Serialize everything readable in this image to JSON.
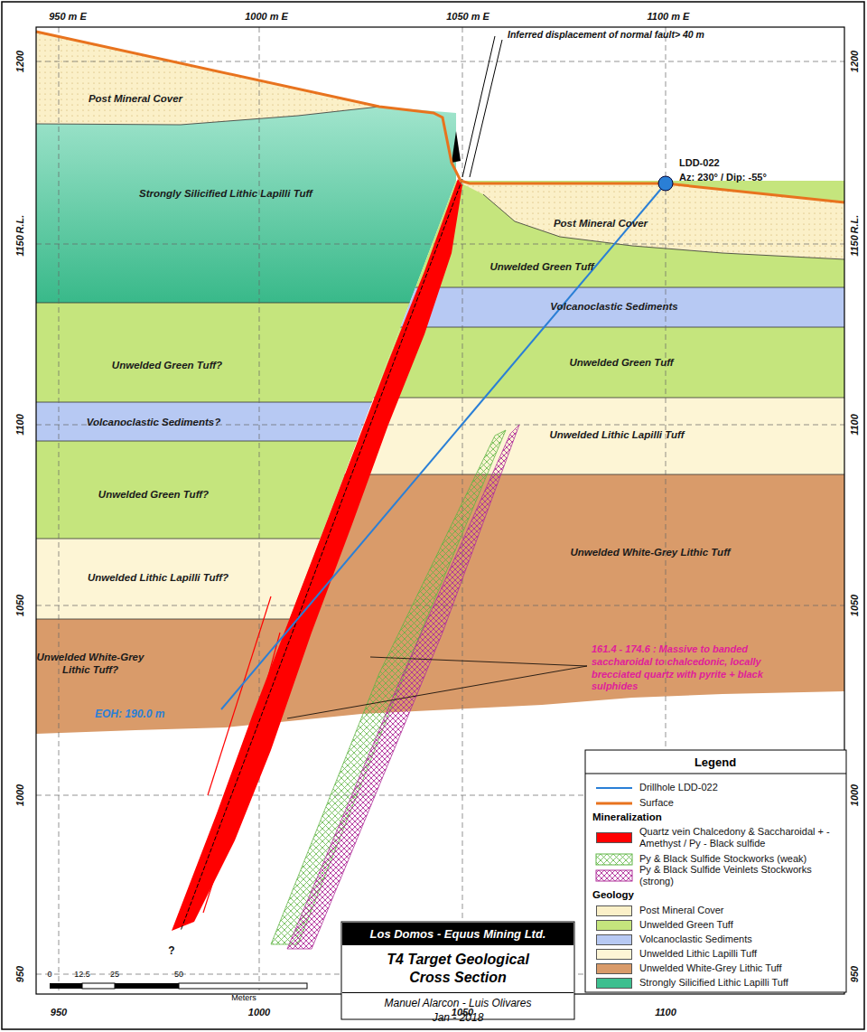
{
  "diagram": {
    "nodes": [
      {
        "text": [
          "Post Mineral Cover"
        ]
      },
      {
        "text": [
          "Strongly Silicified Lithic Lapilli Tuff"
        ]
      },
      {
        "text": [
          "Unwelded Green Tuff?"
        ]
      },
      {
        "text": [
          "Volcanoclastic Sediments?"
        ]
      },
      {
        "text": [
          "Unwelded Green Tuff?"
        ]
      },
      {
        "text": [
          "Unwelded Lithic Lapilli Tuff?"
        ]
      },
      {
        "text": [
          "Unwelded White-Grey Lithic Tuff?"
        ]
      },
      {
        "text": [
          "Post Mineral Cover"
        ]
      },
      {
        "text": [
          "Unwelded Green Tuff"
        ]
      },
      {
        "text": [
          "Volcanoclastic Sediments"
        ]
      },
      {
        "text": [
          "Unwelded Green Tuff"
        ]
      },
      {
        "text": [
          "Unwelded Lithic Lapilli Tuff"
        ]
      },
      {
        "text": [
          "Unwelded White-Grey Lithic Tuff"
        ]
      },
      {
        "text": [
          "Los Domos - Equus Mining Ltd.",
          "T4 Target Geological Cross Section",
          "Manuel Alarcon - Luis Olivares Jan - 2018"
        ]
      }
    ],
    "edges": [],
    "labels": [
      "950 m E",
      "1000 m E",
      "1050 m E",
      "1100 m E",
      "950",
      "1000",
      "1050",
      "1100",
      "1200",
      "R.L.",
      "1150",
      "1100",
      "1050",
      "1000",
      "950",
      "1200",
      "R.L.",
      "1150",
      "1100",
      "1050",
      "1000",
      "950",
      "Inferred displacement of normal fault> 40 m",
      "LDD-022",
      "Az: 230° / Dip: -55°",
      "161.4 - 174.6 : Massive to banded saccharoidal to chalcedonic, locally brecciated quartz with pyrite + black sulphides",
      "EOH: 190.0 m",
      "?",
      "0",
      "12.5",
      "25",
      "50",
      "Meters",
      "Legend",
      "Mineralization",
      "Geology"
    ],
    "legend": [
      {
        "text": "Drillhole LDD-022"
      },
      {
        "text": "Surface"
      },
      {
        "text": "Quartz vein Chalcedony & Saccharoidal + - Amethyst / Py - Black sulfide",
        "color": "#ff0000"
      },
      {
        "text": "Py & Black Sulfide Stockworks (weak)"
      },
      {
        "text": "Py & Black Sulfide Veinlets Stockworks (strong)"
      },
      {
        "text": "Post Mineral Cover",
        "color": "#fbf0c8"
      },
      {
        "text": "Unwelded Green Tuff",
        "color": "#c5e57d"
      },
      {
        "text": "Volcanoclastic Sediments",
        "color": "#b7c9f3"
      },
      {
        "text": "Unwelded Lithic Lapilli Tuff",
        "color": "#fdf5d5"
      },
      {
        "text": "Unwelded White-Grey Lithic Tuff",
        "color": "#d99b6a"
      },
      {
        "text": "Strongly Silicified Lithic Lapilli Tuff",
        "color": "#3dbf8f"
      }
    ]
  }
}
